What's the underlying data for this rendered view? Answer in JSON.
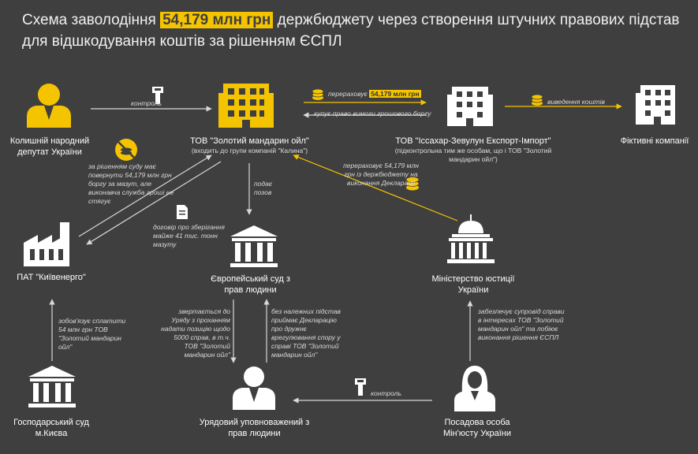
{
  "title": {
    "part1": "Схема заволодіння ",
    "highlight": "54,179 млн грн",
    "part2": " держбюджету через створення штучних правових підстав",
    "line2": "для відшкодування коштів за рішенням ЄСПЛ"
  },
  "nodes": {
    "deputy": "Колишній народний депутат України",
    "golden": "ТОВ \"Золотий мандарин ойл\"",
    "golden_sub": "(входить до групи компаній \"Калина\")",
    "issachar": "ТОВ \"Іссахар-Зевулун Експорт-Імпорт\"",
    "issachar_sub": "(підконтрольна тим же особам, що і ТОВ \"Золотий мандарин ойл\")",
    "fictitious": "Фіктивні компанії",
    "kyivenergo": "ПАТ \"Київенерго\"",
    "echr": "Європейський суд з прав людини",
    "ministry": "Міністерство юстиції України",
    "court": "Господарський суд м.Києва",
    "agent": "Урядовий уповноважений з прав людини",
    "official": "Посадова особа Мін'юсту України"
  },
  "edges": {
    "control_top": "контроль",
    "transfers_prefix": "перераховує ",
    "transfers_amount": "54,179 млн грн",
    "buys_right": "купує право вимоги грошового боргу",
    "withdraw": "виведення коштів",
    "court_decision": "за рішенням суду має повернути 54,179 млн грн боргу за мазут, але виконавча служба гроші не стягує",
    "files_claim": "подає позов",
    "transfers_budget": "перераховує 54,179 млн грн із держбюджету на виконання Декларації",
    "storage_contract": "договір про зберігання майже 41 тис. тонн мазуту",
    "obliges": "зобов'язує сплатити 54 млн грн ТОВ \"Золотий мандарин ойл\"",
    "appeals": "звертається до Уряду з проханням надати позицію щодо 5000 справ, в т.ч. ТОВ \"Золотий мандарин ойл\"",
    "accepts": "без належних підстав приймає Декларацію про дружнє врегулювання спору у справі ТОВ \"Золотий мандарин ойл\"",
    "ensures": "забезпечує супровід справи в інтересах ТОВ \"Золотий мандарин ойл\" та лобіює виконання рішення ЄСПЛ",
    "control_bottom": "контроль"
  },
  "colors": {
    "background": "#3f3f3f",
    "accent": "#f5c400",
    "white": "#ffffff",
    "line": "#cfcfcf"
  },
  "icons": [
    "person-icon",
    "building-icon",
    "factory-icon",
    "courthouse-icon",
    "capitol-icon",
    "coins-icon",
    "no-money-icon",
    "document-icon",
    "hand-money-icon"
  ]
}
